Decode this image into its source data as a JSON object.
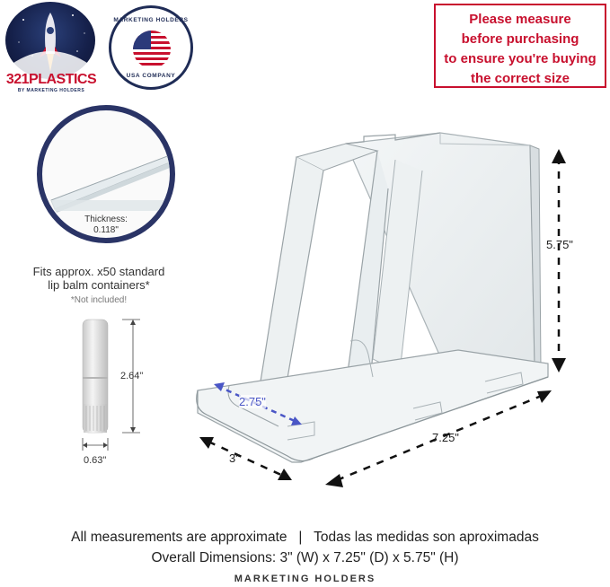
{
  "logos": {
    "brand_321": {
      "word": "321PLASTICS",
      "sub": "BY MARKETING HOLDERS"
    },
    "usa_badge": {
      "top": "MARKETING HOLDERS",
      "bottom": "USA COMPANY"
    }
  },
  "warning": {
    "lines": [
      "Please measure",
      "before purchasing",
      "to ensure you're buying",
      "the correct size"
    ],
    "color": "#c8102e"
  },
  "thickness": {
    "label": "Thickness:",
    "value": "0.118\""
  },
  "capacity": {
    "line1": "Fits approx. x50 standard",
    "line2": "lip balm containers*",
    "note": "*Not included!"
  },
  "lipbalm": {
    "height": "2.64\"",
    "width": "0.63\""
  },
  "product_dimensions": {
    "height": "5.75\"",
    "depth": "7.25\"",
    "width": "3\"",
    "inner": "2.75\"",
    "accent_color": "#4a56c6"
  },
  "footer": {
    "line1": "All measurements are approximate   |   Todas las medidas son aproximadas",
    "line2": "Overall Dimensions: 3\" (W) x 7.25\" (D) x 5.75\" (H)",
    "brand": "MARKETING HOLDERS"
  }
}
